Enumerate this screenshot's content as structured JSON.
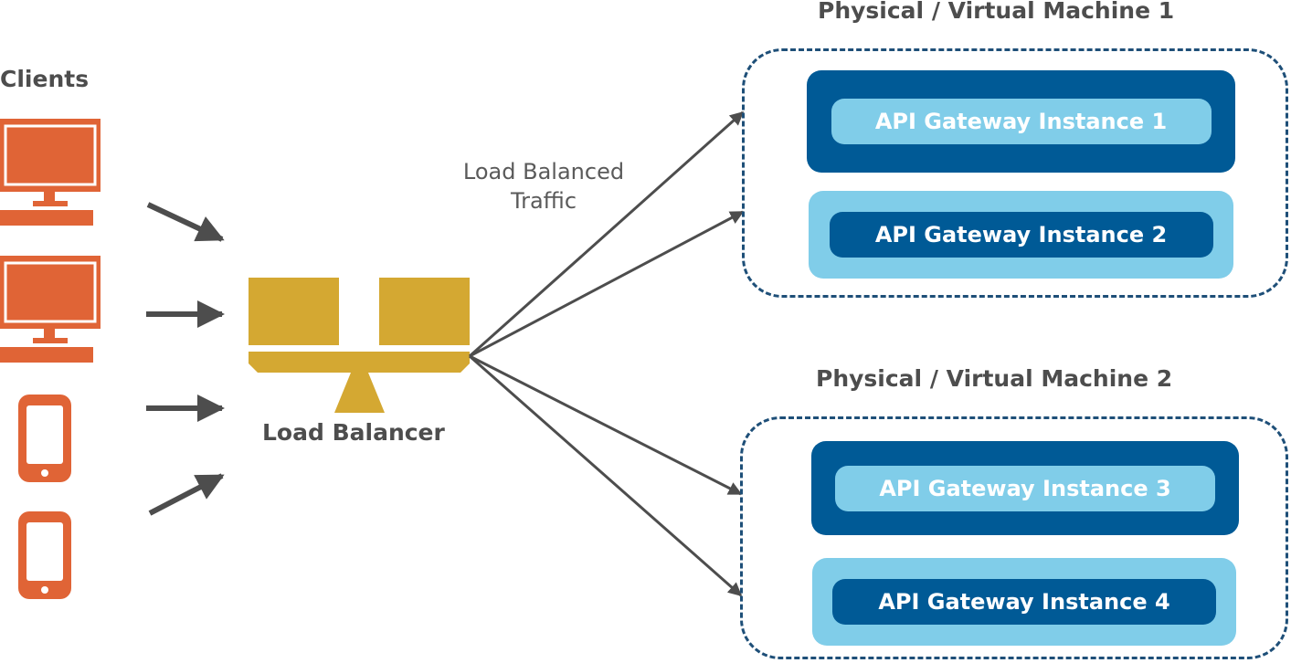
{
  "clients": {
    "title": "Clients",
    "devices": [
      "desktop-icon",
      "desktop-icon",
      "phone-icon",
      "phone-icon"
    ]
  },
  "load_balancer": {
    "label": "Load Balancer"
  },
  "traffic_label": {
    "line1": "Load Balanced",
    "line2": "Traffic"
  },
  "machines": [
    {
      "title": "Physical / Virtual Machine 1",
      "instances": [
        "API Gateway Instance 1",
        "API Gateway Instance 2"
      ]
    },
    {
      "title": "Physical / Virtual Machine 2",
      "instances": [
        "API Gateway Instance 3",
        "API Gateway Instance 4"
      ]
    }
  ],
  "colors": {
    "client_orange": "#e06436",
    "balancer_gold": "#d4a832",
    "dark_blue": "#005a96",
    "light_blue": "#80cde9",
    "arrow_gray": "#4d4d4d",
    "dashed_border": "#1e4f78"
  }
}
